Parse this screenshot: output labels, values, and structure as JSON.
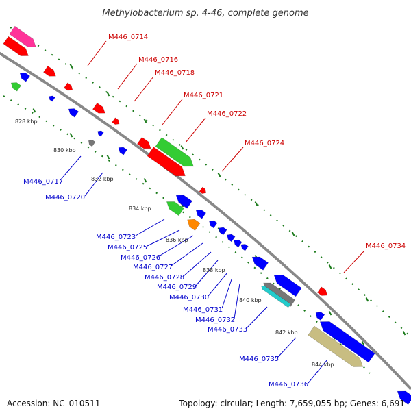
{
  "title": "Methylobacterium sp. 4-46, complete genome",
  "footer": {
    "accession": "Accession: NC_010511",
    "topology": "Topology: circular; Length: 7,659,055 bp; Genes: 6,691"
  },
  "colors": {
    "backbone": "#888888",
    "forward_label": "#cc0000",
    "reverse_label": "#0000cc",
    "tick": "#1a7a1a",
    "red": "#ff0000",
    "blue": "#0000ff",
    "green": "#33cc33",
    "pink": "#ff3399",
    "orange": "#ff8800",
    "gray": "#777777",
    "cyan": "#22cccc",
    "khaki": "#c8bd82"
  },
  "kbp_labels": [
    "828 kbp",
    "830 kbp",
    "832 kbp",
    "834 kbp",
    "836 kbp",
    "838 kbp",
    "840 kbp",
    "842 kbp",
    "844 kbp"
  ],
  "forward_labels": [
    "M446_0714",
    "M446_0716",
    "M446_0718",
    "M446_0721",
    "M446_0722",
    "M446_0724",
    "M446_0734"
  ],
  "reverse_labels": [
    "M446_0717",
    "M446_0720",
    "M446_0723",
    "M446_0725",
    "M446_0726",
    "M446_0727",
    "M446_0728",
    "M446_0729",
    "M446_0730",
    "M446_0731",
    "M446_0732",
    "M446_0733",
    "M446_0735",
    "M446_0736"
  ]
}
